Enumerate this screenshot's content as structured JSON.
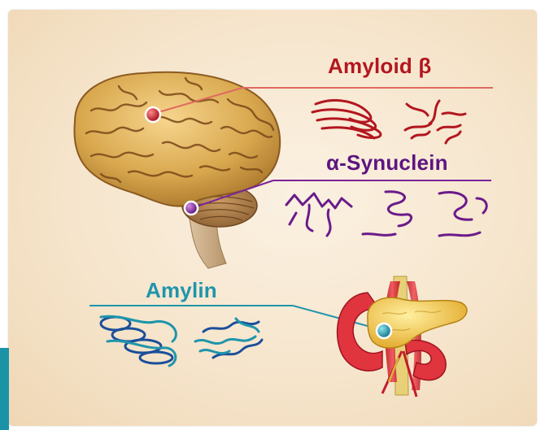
{
  "labels": {
    "amyloid_beta": "Amyloid β",
    "alpha_synuclein": "α-Synuclein",
    "amylin": "Amylin"
  },
  "colors": {
    "amyloid": "#b3161f",
    "synuclein": "#6a1b8a",
    "amylin": "#1f95ab",
    "background": "#f6e5cc",
    "brain": "#d9a84e",
    "pancreas": "#f3c247",
    "vessel": "#d8283a"
  },
  "icons": [
    "brain-illustration",
    "pancreas-illustration",
    "amyloid-fibril-icon",
    "synuclein-fibril-icon",
    "amylin-fibril-icon"
  ]
}
